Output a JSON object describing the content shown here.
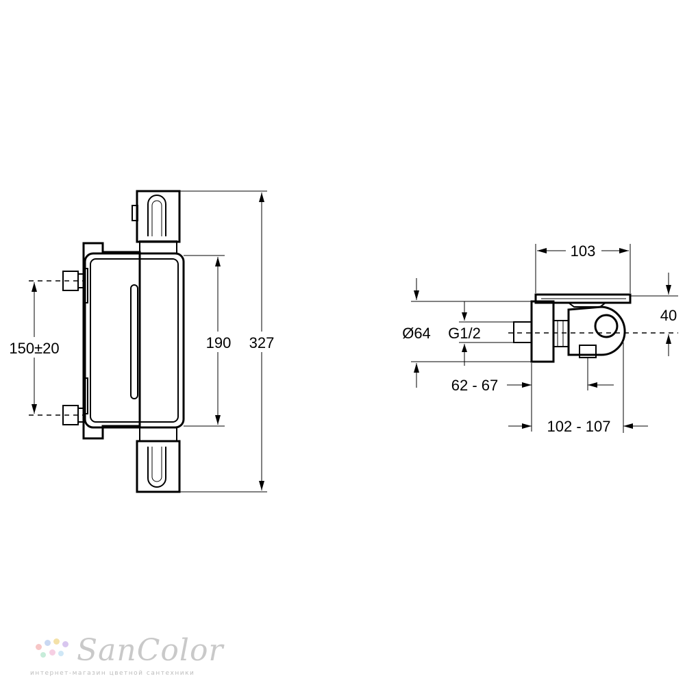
{
  "dimensions": {
    "left_view": {
      "inlet_spacing": "150±20",
      "body_height": "190",
      "total_height": "327"
    },
    "right_view": {
      "depth_top": "103",
      "diameter": "Ø64",
      "thread": "G1/2",
      "projection_short": "62 - 67",
      "projection_long": "102 - 107",
      "height_offset": "40"
    }
  },
  "logo": {
    "name": "SanColor",
    "tagline": "интернет-магазин цветной сантехники",
    "dot_colors": [
      "#f7c6c6",
      "#c9d8f2",
      "#f4e1a8",
      "#d8c6ef",
      "#c6ecd9",
      "#f6cfe3",
      "#cfe7f6"
    ]
  }
}
